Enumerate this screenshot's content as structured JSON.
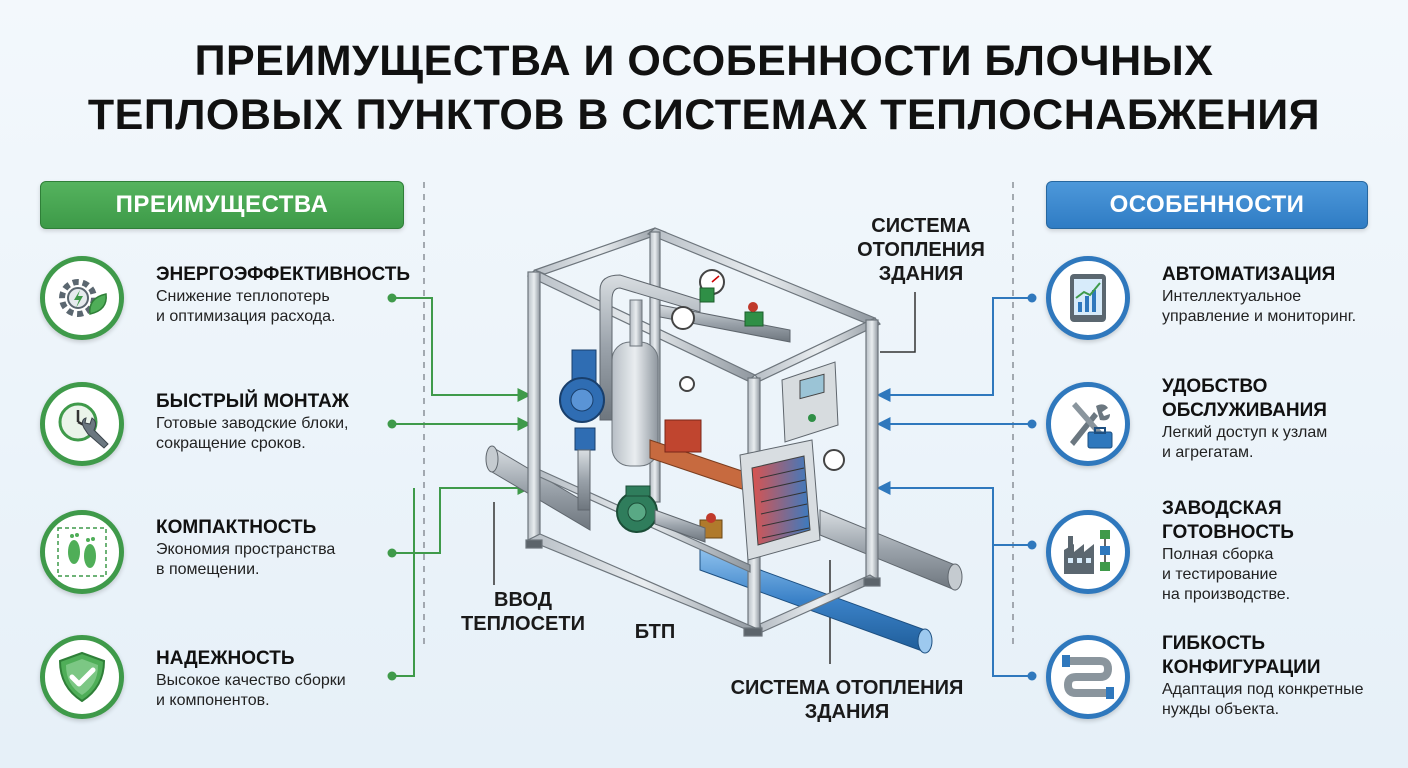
{
  "title": {
    "line1": "ПРЕИМУЩЕСТВА И ОСОБЕННОСТИ БЛОЧНЫХ",
    "line2": "ТЕПЛОВЫХ ПУНКТОВ В СИСТЕМАХ ТЕПЛОСНАБЖЕНИЯ"
  },
  "advantages": {
    "header": "ПРЕИМУЩЕСТВА",
    "items": [
      {
        "title": "ЭНЕРГОЭФФЕКТИВНОСТЬ",
        "desc1": "Снижение теплопотерь",
        "desc2": "и оптимизация расхода.",
        "icon": "gear-leaf-energy-icon"
      },
      {
        "title": "БЫСТРЫЙ МОНТАЖ",
        "desc1": "Готовые заводские блоки,",
        "desc2": "сокращение сроков.",
        "icon": "clock-wrench-icon"
      },
      {
        "title": "КОМПАКТНОСТЬ",
        "desc1": "Экономия пространства",
        "desc2": "в помещении.",
        "icon": "footprints-icon"
      },
      {
        "title": "НАДЕЖНОСТЬ",
        "desc1": "Высокое качество сборки",
        "desc2": "и компонентов.",
        "icon": "shield-check-icon"
      }
    ]
  },
  "features": {
    "header": "ОСОБЕННОСТИ",
    "items": [
      {
        "title1": "АВТОМАТИЗАЦИЯ",
        "title2": "",
        "desc1": "Интеллектуальное",
        "desc2": "управление и мониторинг.",
        "desc3": "",
        "icon": "tablet-chart-icon"
      },
      {
        "title1": "УДОБСТВО",
        "title2": "ОБСЛУЖИВАНИЯ",
        "desc1": "Легкий доступ к узлам",
        "desc2": "и агрегатам.",
        "desc3": "",
        "icon": "tools-toolbox-icon"
      },
      {
        "title1": "ЗАВОДСКАЯ",
        "title2": "ГОТОВНОСТЬ",
        "desc1": "Полная сборка",
        "desc2": "и тестирование",
        "desc3": "на производстве.",
        "icon": "factory-icon"
      },
      {
        "title1": "ГИБКОСТЬ",
        "title2": "КОНФИГУРАЦИИ",
        "desc1": "Адаптация под конкретные",
        "desc2": "нужды объекта.",
        "desc3": "",
        "icon": "flexible-pipe-icon"
      }
    ]
  },
  "labels": {
    "heating_top": [
      "СИСТЕМА",
      "ОТОПЛЕНИЯ",
      "ЗДАНИЯ"
    ],
    "inlet": [
      "ВВОД",
      "ТЕПЛОСЕТИ"
    ],
    "btp": "БТП",
    "heating_bottom": [
      "СИСТЕМА ОТОПЛЕНИЯ",
      "ЗДАНИЯ"
    ]
  },
  "colors": {
    "green": "#3f9a4a",
    "blue": "#2f78bd",
    "frame": "#9aa3ab"
  }
}
